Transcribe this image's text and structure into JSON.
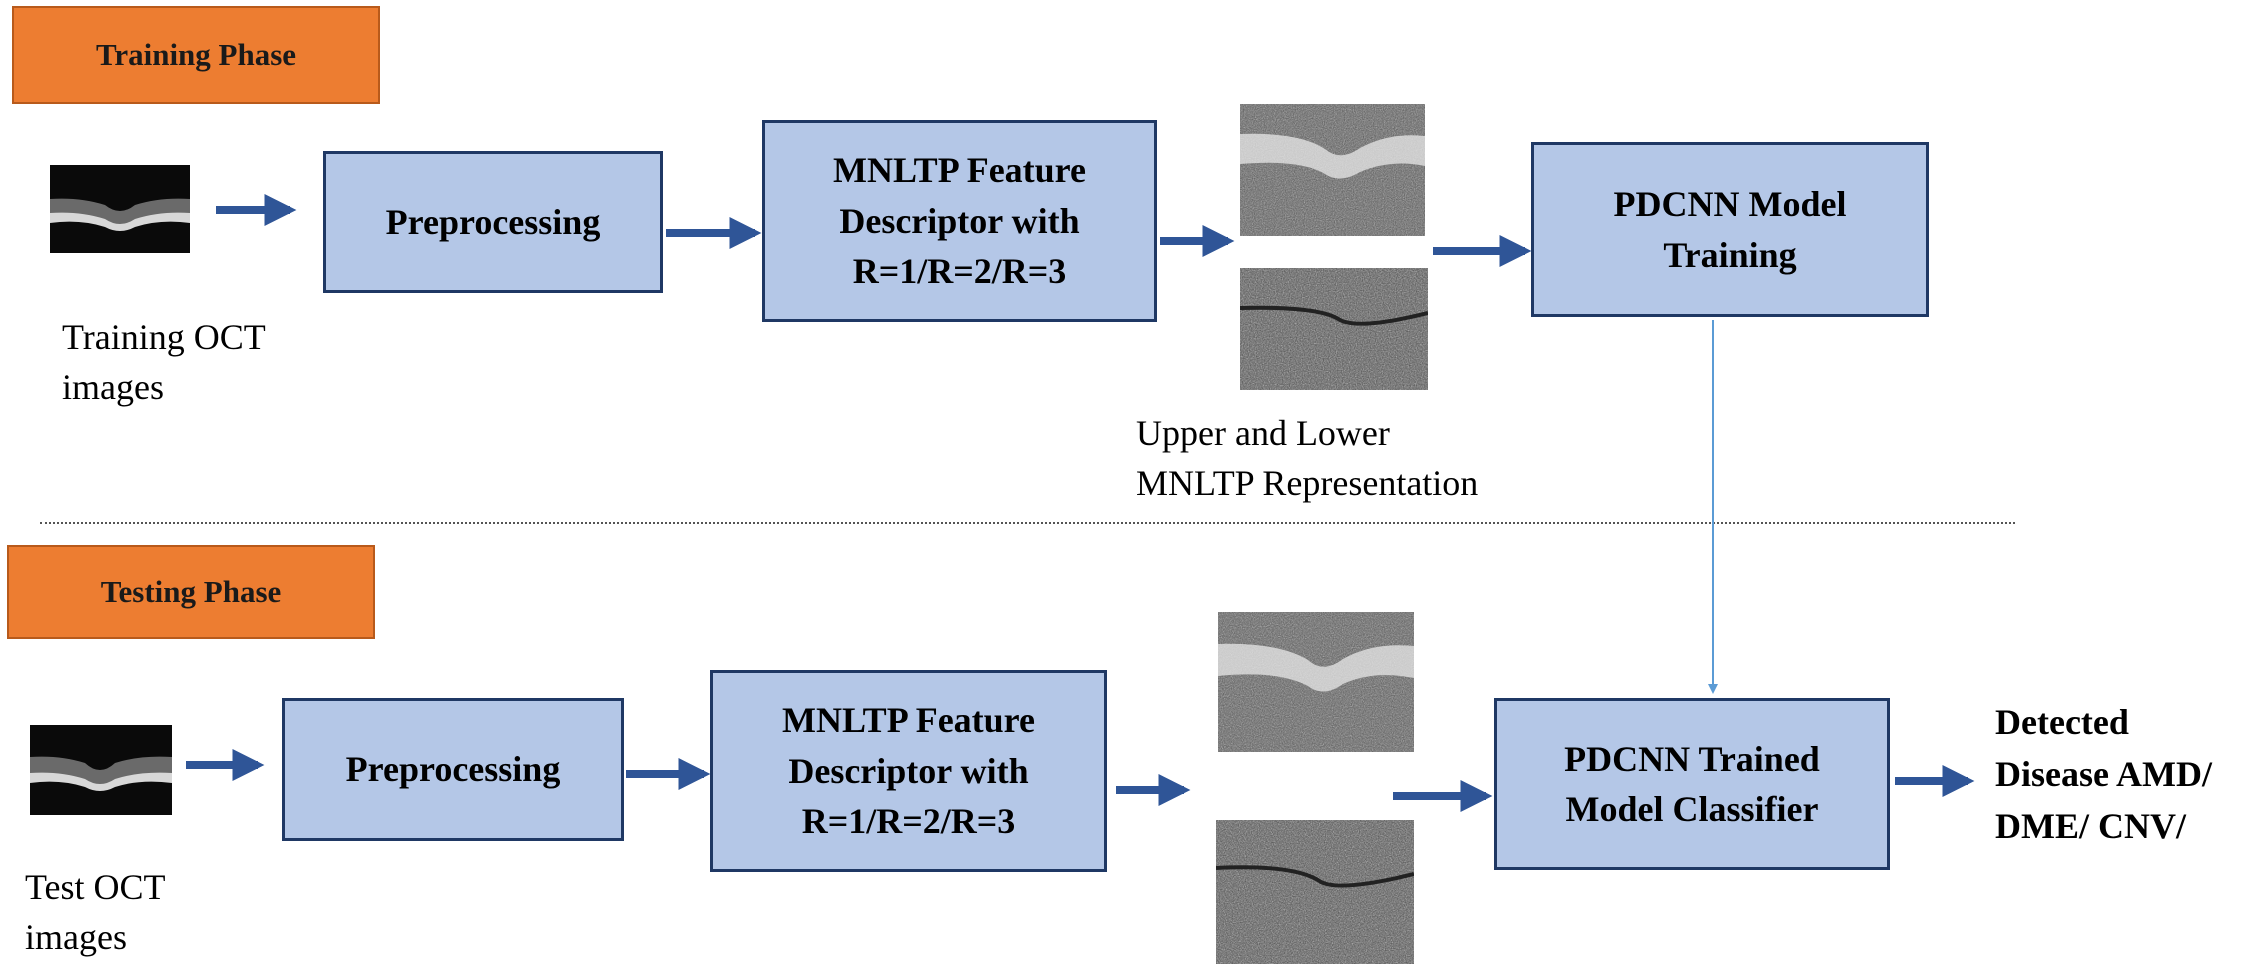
{
  "training": {
    "phase_label": "Training Phase",
    "input_label": "Training OCT images",
    "preprocessing": "Preprocessing",
    "descriptor": [
      "MNLTP Feature",
      "Descriptor with",
      "R=1/R=2/R=3"
    ],
    "representation_label": [
      "Upper and Lower",
      "MNLTP Representation"
    ],
    "model": [
      "PDCNN Model",
      "Training"
    ]
  },
  "testing": {
    "phase_label": "Testing Phase",
    "input_label": [
      "Test OCT",
      "images"
    ],
    "preprocessing": "Preprocessing",
    "descriptor": [
      "MNLTP Feature",
      "Descriptor with",
      "R=1/R=2/R=3"
    ],
    "classifier": [
      "PDCNN Trained",
      "Model Classifier"
    ],
    "output": [
      "Detected",
      "Disease AMD/",
      "DME/ CNV/"
    ]
  },
  "colors": {
    "phase_fill": "#ED7D31",
    "box_fill": "#B4C7E7",
    "box_border": "#1F3864",
    "arrow": "#2F5597",
    "connector": "#5B9BD5"
  }
}
